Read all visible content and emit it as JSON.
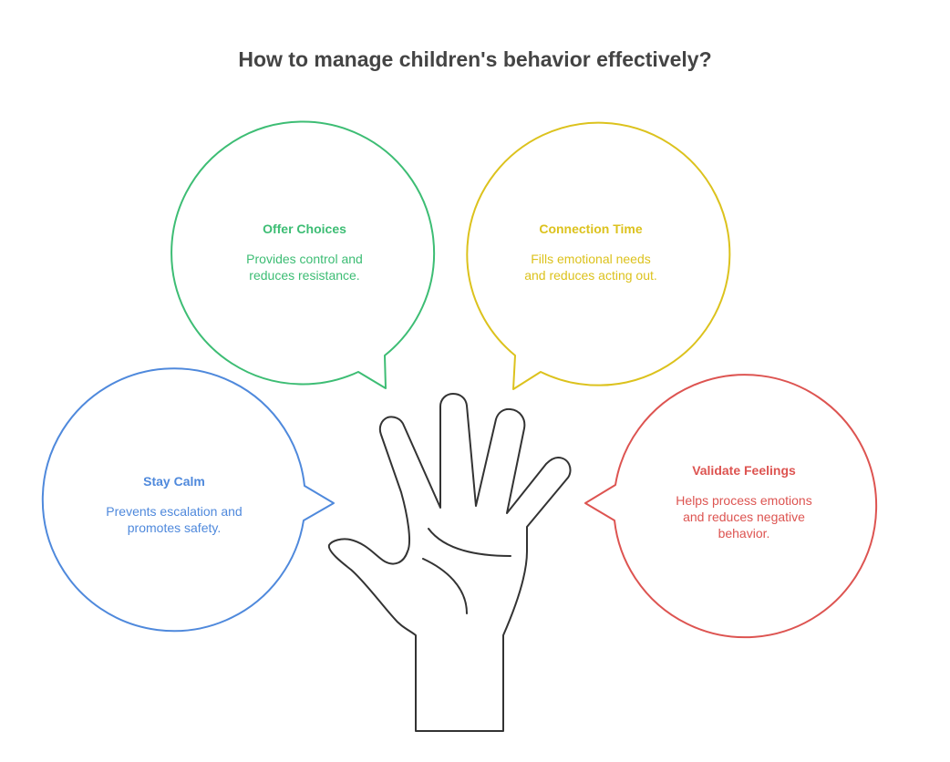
{
  "title": "How to manage children's behavior effectively?",
  "colors": {
    "title": "#444444",
    "green": "#3dbd74",
    "yellow": "#dcc21d",
    "blue": "#4f89dc",
    "red": "#dd5451",
    "hand_outline": "#333333"
  },
  "bubbles": {
    "offer_choices": {
      "heading": "Offer Choices",
      "line1": "Provides control and",
      "line2": "reduces resistance."
    },
    "connection_time": {
      "heading": "Connection Time",
      "line1": "Fills emotional needs",
      "line2": "and reduces acting out."
    },
    "stay_calm": {
      "heading": "Stay Calm",
      "line1": "Prevents escalation and",
      "line2": "promotes safety."
    },
    "validate_feelings": {
      "heading": "Validate Feelings",
      "line1": "Helps process emotions",
      "line2": "and reduces negative",
      "line3": "behavior."
    }
  },
  "icons": {
    "center": "hand-icon"
  }
}
